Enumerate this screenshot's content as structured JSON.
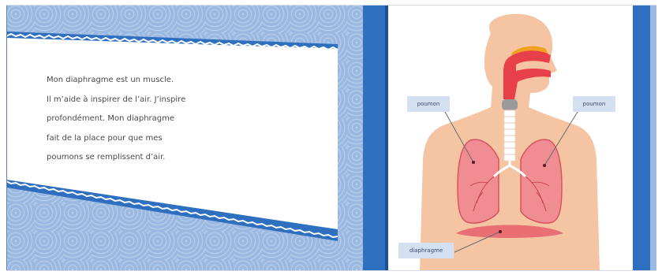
{
  "left_page": {
    "text_lines": [
      "Mon diaphragme est un muscle.",
      "Il m’aide à inspirer de l’air. J’inspire",
      "profondément. Mon diaphragme",
      "fait de la place pour que mes",
      "poumons se remplissent d’air."
    ],
    "page_number": ""
  },
  "right_page": {
    "labels": {
      "lung_left": "poumon",
      "lung_right": "poumon",
      "diaphragm": "diaphragme"
    },
    "page_number": ""
  },
  "colors": {
    "page_blue": "#9bb9e0",
    "band_blue": "#2f6fbf",
    "skin": "#f4c4a3",
    "airway": "#e8404a",
    "lung": "#ef8d93",
    "diaphragm": "#e96f74"
  }
}
